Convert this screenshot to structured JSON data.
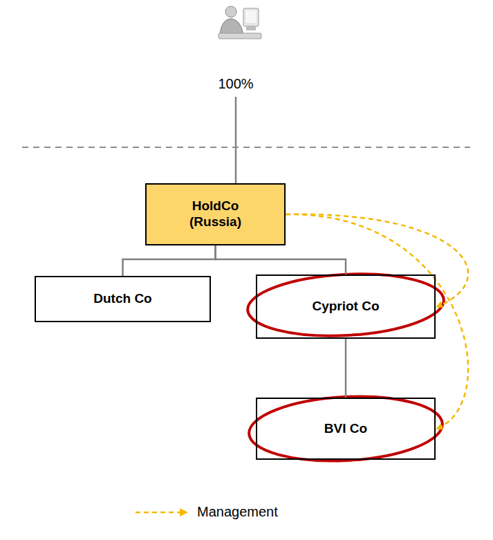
{
  "diagram": {
    "nodes": [
      {
        "text": [
          "HoldCo (Russia)"
        ]
      },
      {
        "text": [
          "Dutch Co"
        ]
      },
      {
        "text": [
          "Cypriot Co"
        ]
      },
      {
        "text": [
          "BVI Co"
        ]
      }
    ],
    "edges": [
      {
        "from": 0,
        "to": 1,
        "arrow": "none"
      },
      {
        "from": 0,
        "to": 2,
        "arrow": "none"
      },
      {
        "from": 2,
        "to": 3,
        "arrow": "none"
      },
      {
        "from": 0,
        "to": 2,
        "arrow": "to"
      },
      {
        "from": 0,
        "to": 3,
        "arrow": "to"
      }
    ],
    "labels": [
      "100%"
    ],
    "legend": [
      {
        "text": "Management"
      }
    ]
  }
}
